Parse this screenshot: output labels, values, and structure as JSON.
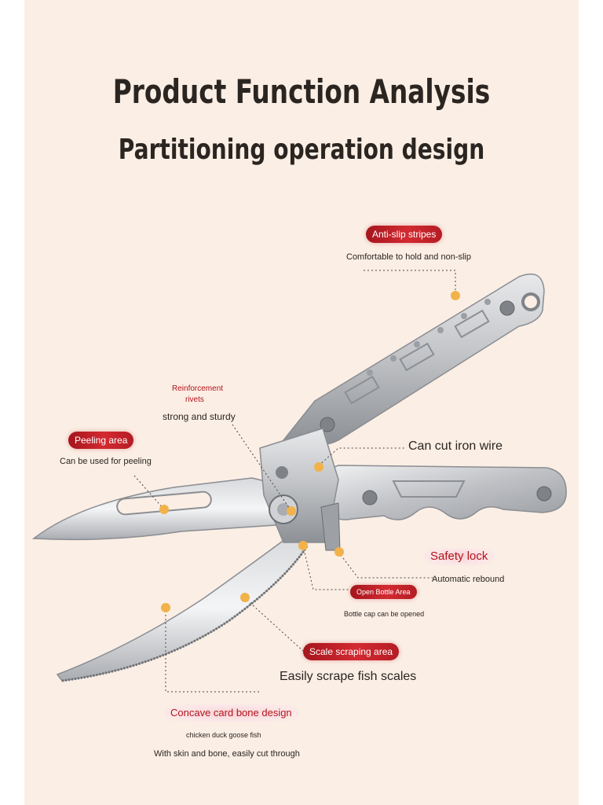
{
  "heading": {
    "title": "Product Function Analysis",
    "subtitle": "Partitioning operation design"
  },
  "callouts": {
    "anti_slip": {
      "label": "Anti-slip stripes",
      "desc": "Comfortable to hold and non-slip"
    },
    "rivets": {
      "label_line1": "Reinforcement",
      "label_line2": "rivets",
      "desc": "strong and sturdy"
    },
    "peeling": {
      "label": "Peeling area",
      "desc": "Can be used for peeling"
    },
    "iron_wire": {
      "label": "Can cut iron wire"
    },
    "safety_lock": {
      "label": "Safety lock",
      "desc": "Automatic rebound"
    },
    "bottle": {
      "label": "Open Bottle Area",
      "desc": "Bottle cap can be opened"
    },
    "scale": {
      "label": "Scale scraping area",
      "desc": "Easily scrape fish scales"
    },
    "bone": {
      "label": "Concave card bone design",
      "desc_line1": "chicken duck goose fish",
      "desc_line2": "With skin and bone, easily cut through"
    }
  },
  "colors": {
    "background": "#fbeee4",
    "accent_red": "#b3141c",
    "marker_dot": "#f2b24a",
    "metal": "#b9bbbf"
  }
}
